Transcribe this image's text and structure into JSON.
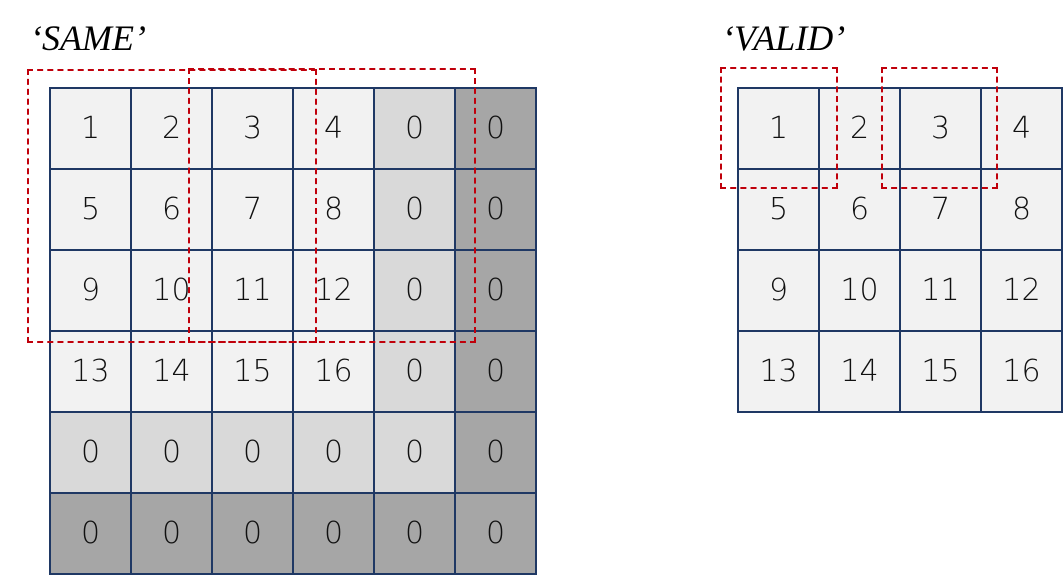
{
  "titles": {
    "same": "‘SAME’",
    "valid": "‘VALID’"
  },
  "same_grid": {
    "cells": [
      [
        "1",
        "2",
        "3",
        "4",
        "0",
        "0"
      ],
      [
        "5",
        "6",
        "7",
        "8",
        "0",
        "0"
      ],
      [
        "9",
        "10",
        "11",
        "12",
        "0",
        "0"
      ],
      [
        "13",
        "14",
        "15",
        "16",
        "0",
        "0"
      ],
      [
        "0",
        "0",
        "0",
        "0",
        "0",
        "0"
      ],
      [
        "0",
        "0",
        "0",
        "0",
        "0",
        "0"
      ]
    ],
    "shading": [
      [
        "light",
        "light",
        "light",
        "light",
        "mid",
        "dark"
      ],
      [
        "light",
        "light",
        "light",
        "light",
        "mid",
        "dark"
      ],
      [
        "light",
        "light",
        "light",
        "light",
        "mid",
        "dark"
      ],
      [
        "light",
        "light",
        "light",
        "light",
        "mid",
        "dark"
      ],
      [
        "mid",
        "mid",
        "mid",
        "mid",
        "mid",
        "dark"
      ],
      [
        "dark",
        "dark",
        "dark",
        "dark",
        "dark",
        "dark"
      ]
    ]
  },
  "valid_grid": {
    "cells": [
      [
        "1",
        "2",
        "3",
        "4"
      ],
      [
        "5",
        "6",
        "7",
        "8"
      ],
      [
        "9",
        "10",
        "11",
        "12"
      ],
      [
        "13",
        "14",
        "15",
        "16"
      ]
    ]
  },
  "colors": {
    "grid_border": "#1f3864",
    "window_dash": "#c0000b",
    "cell_light": "#f2f2f2",
    "cell_mid": "#d9d9d9",
    "cell_dark": "#a6a6a6"
  }
}
